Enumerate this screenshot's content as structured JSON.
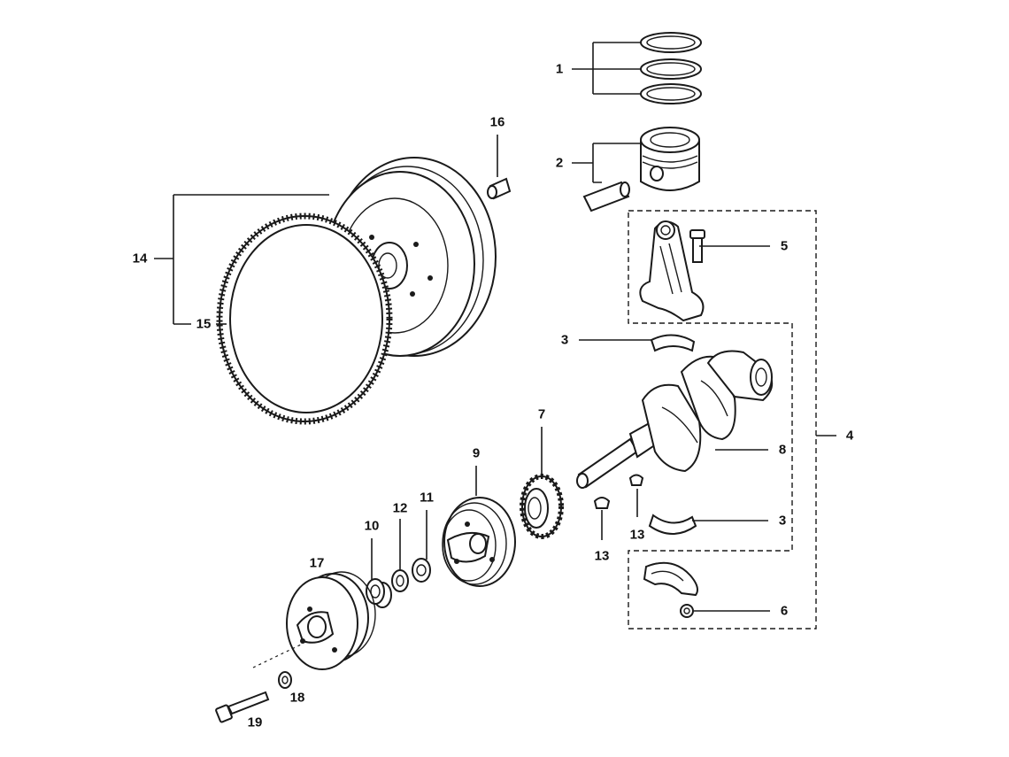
{
  "callouts": {
    "c1": "1",
    "c2": "2",
    "c3a": "3",
    "c3b": "3",
    "c4": "4",
    "c5": "5",
    "c6": "6",
    "c7": "7",
    "c8": "8",
    "c9": "9",
    "c10": "10",
    "c11": "11",
    "c12": "12",
    "c13a": "13",
    "c13b": "13",
    "c14": "14",
    "c15": "15",
    "c16": "16",
    "c17": "17",
    "c18": "18",
    "c19": "19"
  },
  "colors": {
    "line": "#1a1a1a",
    "background": "#ffffff"
  }
}
